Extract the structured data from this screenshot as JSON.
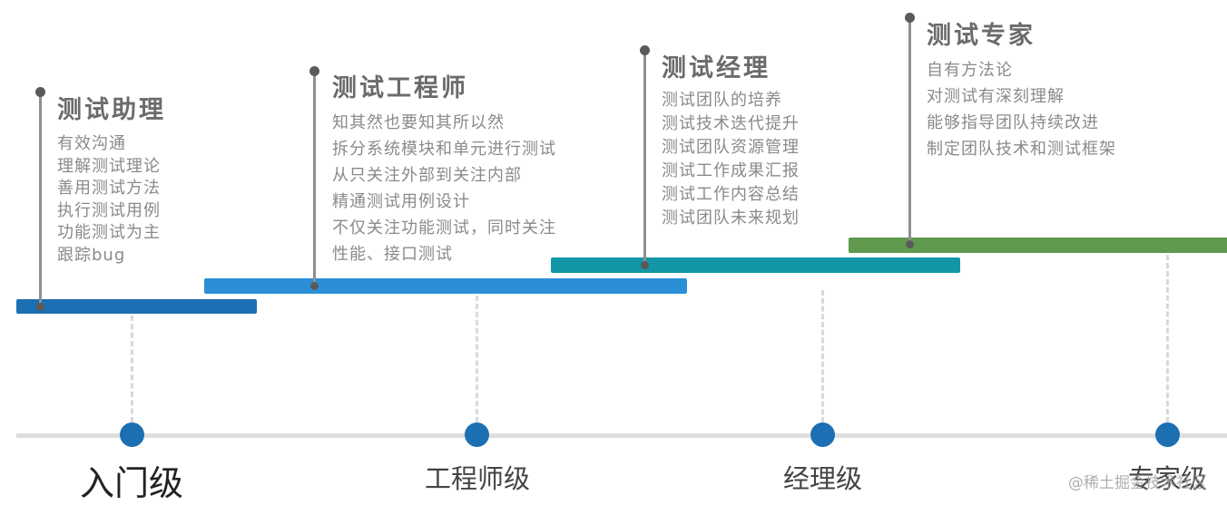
{
  "colors": {
    "stage1_bar": "#1d6fb3",
    "stage2_bar": "#2b8fd8",
    "stage3_bar": "#1396a6",
    "stage4_bar": "#5f9a4e",
    "axis": "#dedede",
    "node": "#1d6fb3",
    "stem": "#8f8f8f",
    "title_text": "#6b6b6b",
    "item_text": "#8a8a8a"
  },
  "stages": [
    {
      "title": "测试助理",
      "items": [
        "有效沟通",
        "理解测试理论",
        "善用测试方法",
        "执行测试用例",
        "功能测试为主",
        "跟踪bug"
      ]
    },
    {
      "title": "测试工程师",
      "items": [
        "知其然也要知其所以然",
        "拆分系统模块和单元进行测试",
        "从只关注外部到关注内部",
        "精通测试用例设计",
        "不仅关注功能测试，同时关注",
        "性能、接口测试"
      ]
    },
    {
      "title": "测试经理",
      "items": [
        "测试团队的培养",
        "测试技术迭代提升",
        "测试团队资源管理",
        "测试工作成果汇报",
        "测试工作内容总结",
        "测试团队未来规划"
      ]
    },
    {
      "title": "测试专家",
      "items": [
        "自有方法论",
        "对测试有深刻理解",
        "能够指导团队持续改进",
        "制定团队技术和测试框架"
      ]
    }
  ],
  "levels": [
    "入门级",
    "工程师级",
    "经理级",
    "专家级"
  ],
  "watermark": "@稀土掘金技术社区"
}
